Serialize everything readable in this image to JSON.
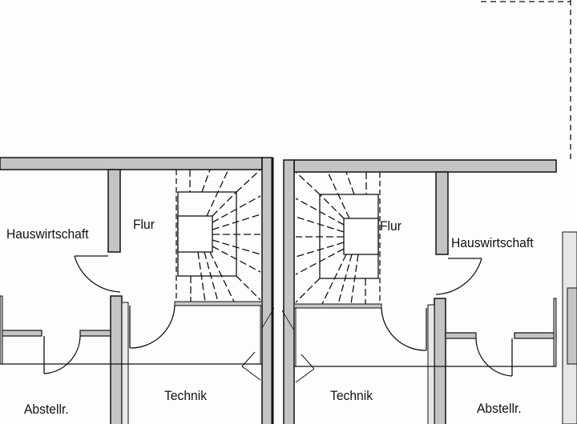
{
  "rooms": {
    "left": {
      "hauswirtschaft": "Hauswirtschaft",
      "flur": "Flur",
      "technik": "Technik",
      "abstellraum": "Abstellr."
    },
    "right": {
      "hauswirtschaft": "Hauswirtschaft",
      "flur": "Flur",
      "technik": "Technik",
      "abstellraum": "Abstellr."
    }
  },
  "colors": {
    "wall_fill": "#c4c4c4",
    "line": "#111111",
    "background": "#fdfdfd"
  }
}
